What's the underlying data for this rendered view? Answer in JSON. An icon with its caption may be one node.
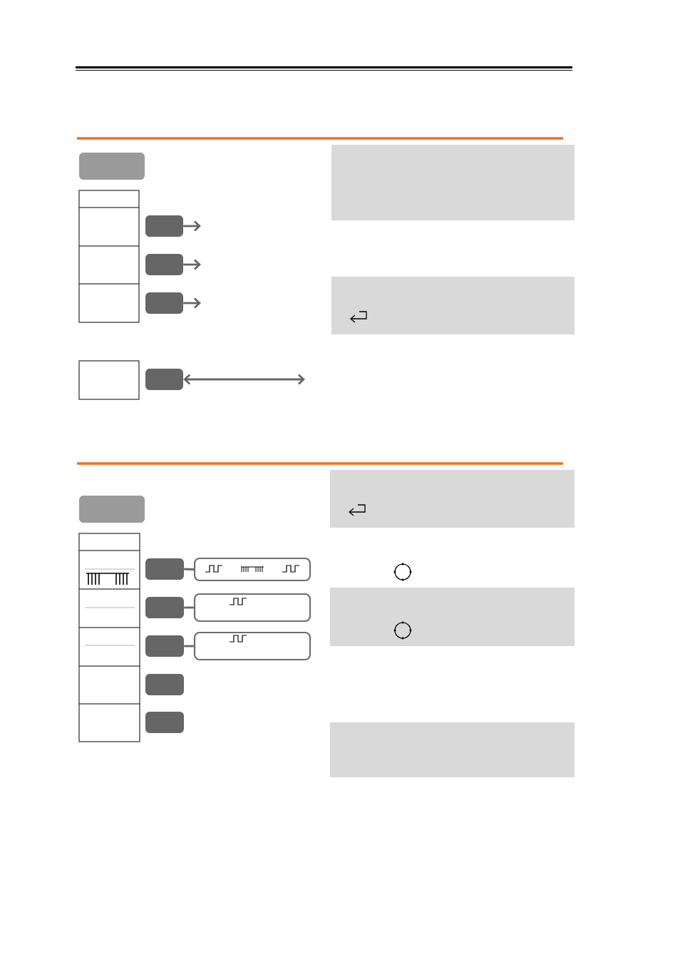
{
  "diagram": {
    "nodes": [
      {
        "text": [],
        "shape": "box"
      },
      {
        "text": [],
        "shape": "box"
      },
      {
        "text": [],
        "shape": "box"
      },
      {
        "text": [],
        "shape": "box"
      },
      {
        "text": [],
        "shape": "box"
      },
      {
        "text": [],
        "shape": "box"
      },
      {
        "text": [],
        "shape": "box"
      },
      {
        "text": [],
        "shape": "box"
      },
      {
        "text": [],
        "shape": "box"
      },
      {
        "text": [],
        "shape": "box"
      },
      {
        "text": [],
        "shape": "box"
      },
      {
        "text": [],
        "shape": "box"
      },
      {
        "text": [],
        "shape": "box"
      },
      {
        "text": [],
        "shape": "box"
      }
    ],
    "edges": [
      {
        "from": 0,
        "to": null,
        "arrow": "to"
      },
      {
        "from": 1,
        "to": null,
        "arrow": "to"
      },
      {
        "from": 2,
        "to": null,
        "arrow": "to"
      },
      {
        "from": 3,
        "to": null,
        "arrow": "both"
      },
      {
        "from": 4,
        "to": 9,
        "arrow": "none"
      },
      {
        "from": 5,
        "to": 10,
        "arrow": "none"
      },
      {
        "from": 6,
        "to": 11,
        "arrow": "none"
      }
    ]
  }
}
